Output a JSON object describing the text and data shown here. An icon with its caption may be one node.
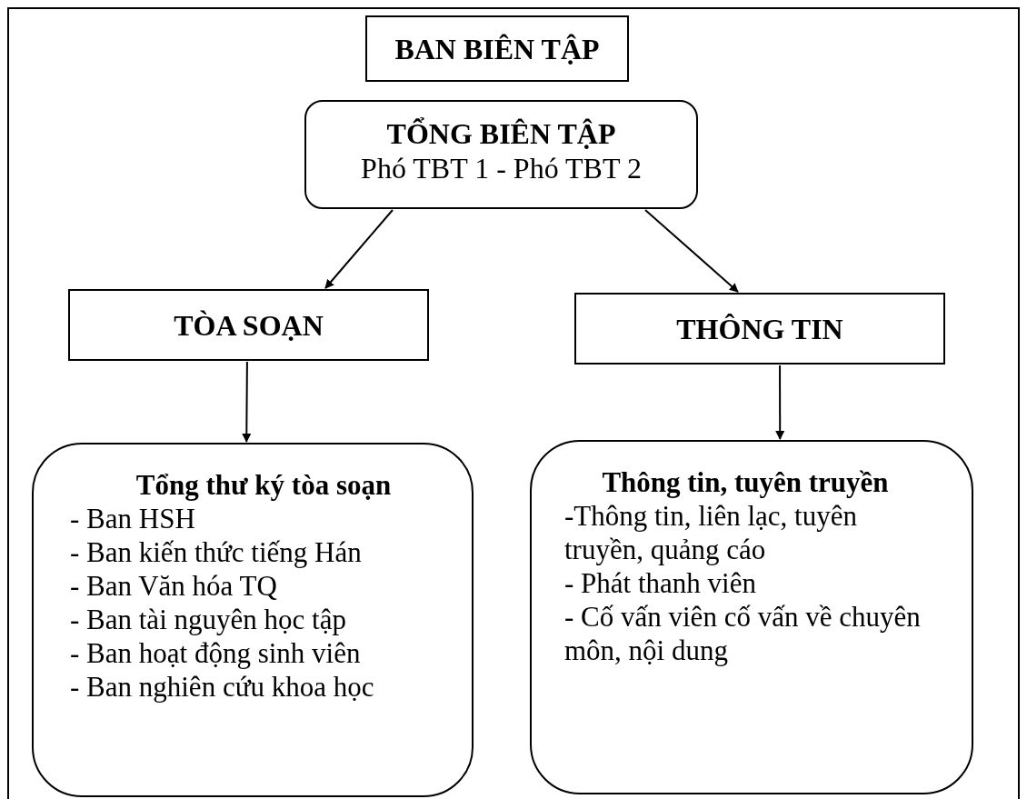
{
  "diagram": {
    "nodes": [
      {
        "text": [
          "BAN BIÊN TẬP"
        ]
      },
      {
        "text": [
          "TỔNG BIÊN TẬP",
          "Phó TBT 1 - Phó TBT 2"
        ]
      },
      {
        "text": [
          "TÒA SOẠN"
        ]
      },
      {
        "text": [
          "THÔNG TIN"
        ]
      },
      {
        "text": [
          "Tổng thư ký tòa soạn",
          "- Ban HSH",
          "- Ban kiến thức tiếng Hán",
          "- Ban Văn hóa TQ",
          "- Ban tài nguyên học tập",
          "- Ban hoạt động sinh viên",
          "- Ban nghiên cứu khoa học"
        ]
      },
      {
        "text": [
          "Thông tin, tuyên truyền",
          "-Thông tin, liên lạc, tuyên truyền, quảng cáo",
          "- Phát thanh viên",
          "- Cố vấn viên cố vấn về chuyên môn, nội dung"
        ]
      }
    ],
    "edges": [
      {
        "from": 1,
        "to": 2,
        "arrow": "to"
      },
      {
        "from": 1,
        "to": 3,
        "arrow": "to"
      },
      {
        "from": 2,
        "to": 4,
        "arrow": "to"
      },
      {
        "from": 3,
        "to": 5,
        "arrow": "to"
      }
    ]
  }
}
